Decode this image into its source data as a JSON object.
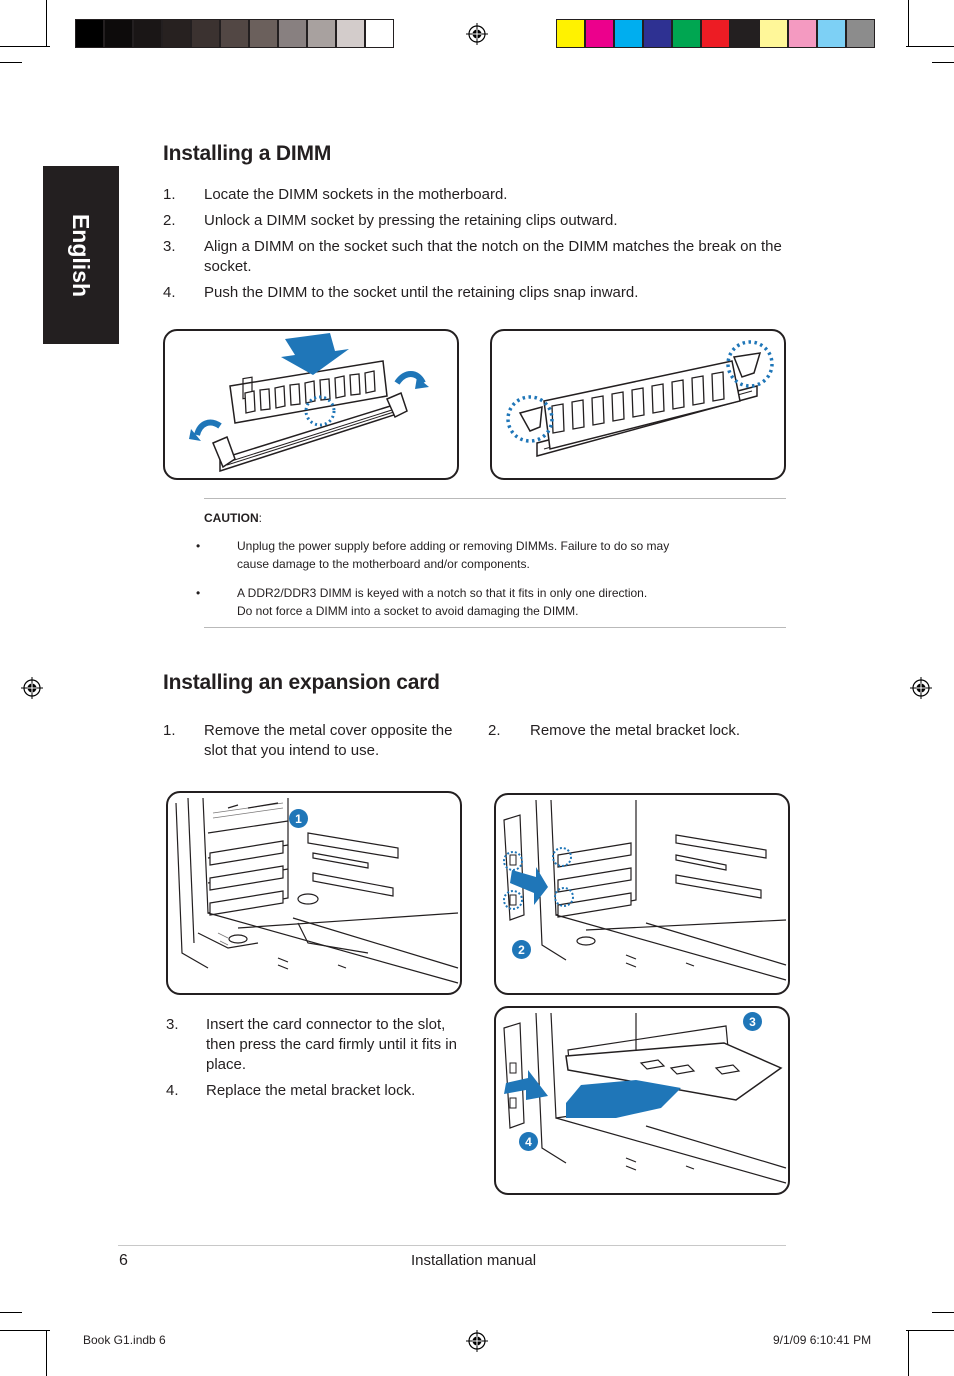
{
  "print_marks": {
    "gray_swatches": [
      "#000000",
      "#0d0b0b",
      "#1a1616",
      "#272120",
      "#3b3230",
      "#524744",
      "#6b605c",
      "#888080",
      "#a8a19f",
      "#d3cccb",
      "#ffffff"
    ],
    "color_swatches": [
      "#fff200",
      "#ec008c",
      "#00aeef",
      "#2e3192",
      "#00a651",
      "#ed1c24",
      "#231f20",
      "#fff799",
      "#f49ac1",
      "#7dd0f5",
      "#8c8c8c"
    ]
  },
  "sidebar": {
    "label": "English"
  },
  "dimm_section": {
    "title": "Installing a DIMM",
    "steps": [
      {
        "num": "1.",
        "text": "Locate the DIMM sockets in the  motherboard."
      },
      {
        "num": "2.",
        "text": "Unlock a DIMM socket by pressing the retaining clips outward."
      },
      {
        "num": "3.",
        "text": "Align a DIMM on the socket such that the notch on the DIMM matches the break on the socket."
      },
      {
        "num": "4.",
        "text": "Push the DIMM to the socket until the retaining clips snap inward."
      }
    ]
  },
  "caution": {
    "label": "CAUTION",
    "colon": ":",
    "items": [
      {
        "bullet": "•",
        "line1": "Unplug the power supply before adding or removing DIMMs. Failure to do so may",
        "line2": "cause damage to the motherboard and/or components."
      },
      {
        "bullet": "•",
        "line1": "A DDR2/DDR3 DIMM is keyed with a notch so that it fits in only one direction.",
        "line2": "Do not force a DIMM into a socket to avoid damaging the DIMM."
      }
    ]
  },
  "expansion_section": {
    "title": "Installing an expansion card",
    "steps": [
      {
        "num": "1.",
        "line1": "Remove the metal cover opposite the",
        "line2": "slot that you intend to use."
      },
      {
        "num": "2.",
        "line1": "Remove the metal bracket lock.",
        "line2": ""
      },
      {
        "num": "3.",
        "line1": "Insert the card connector to the slot,",
        "line2": "then press the card firmly until it fits in",
        "line3": "place."
      },
      {
        "num": "4.",
        "line1": "Replace the metal bracket lock.",
        "line2": ""
      }
    ],
    "badges": [
      "1",
      "2",
      "3",
      "4"
    ]
  },
  "footer": {
    "page_number": "6",
    "title": "Installation manual"
  },
  "slug": {
    "file": "Book G1.indb   6",
    "timestamp": "9/1/09   6:10:41 PM"
  },
  "colors": {
    "accent_blue": "#1f76b8",
    "ink": "#231f20"
  }
}
